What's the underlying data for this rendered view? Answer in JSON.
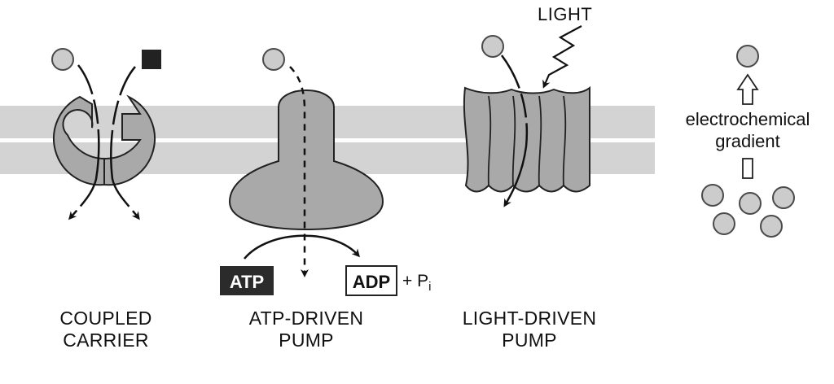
{
  "labels": {
    "light": "LIGHT",
    "gradient_line1": "electrochemical",
    "gradient_line2": "gradient",
    "atp": "ATP",
    "adp": "ADP",
    "plus_pi": "+ P",
    "pi_subscript": "i"
  },
  "captions": {
    "coupled_line1": "COUPLED",
    "coupled_line2": "CARRIER",
    "atp_line1": "ATP-DRIVEN",
    "atp_line2": "PUMP",
    "light_line1": "LIGHT-DRIVEN",
    "light_line2": "PUMP"
  },
  "colors": {
    "membrane": "#d3d3d3",
    "membrane_line": "#ffffff",
    "protein_fill": "#a9a9a9",
    "solute_fill": "#cccccc",
    "solute_stroke": "#4a4a4a",
    "cosolute_fill": "#222222",
    "atp_fill": "#2b2b2b",
    "atp_text": "#ffffff",
    "ink": "#111111",
    "gradient_arrow_fill": "#ffffff"
  }
}
